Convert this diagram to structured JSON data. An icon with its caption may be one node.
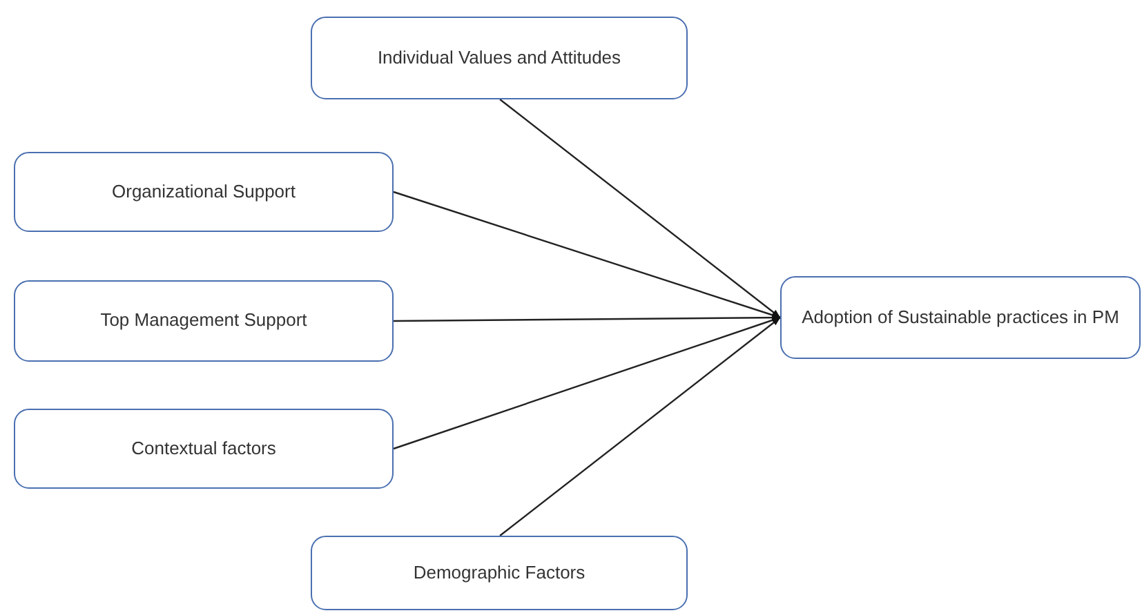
{
  "diagram": {
    "nodes": [
      {
        "text": [
          "Individual Values and Attitudes"
        ]
      },
      {
        "text": [
          "Organizational Support"
        ]
      },
      {
        "text": [
          "Top Management Support"
        ]
      },
      {
        "text": [
          "Contextual factors"
        ]
      },
      {
        "text": [
          "Demographic Factors"
        ]
      },
      {
        "text": [
          "Adoption of Sustainable practices in PM"
        ]
      }
    ],
    "edges": [
      {
        "from": 0,
        "to": 5,
        "arrow": "to"
      },
      {
        "from": 1,
        "to": 5,
        "arrow": "to"
      },
      {
        "from": 2,
        "to": 5,
        "arrow": "to"
      },
      {
        "from": 3,
        "to": 5,
        "arrow": "to"
      },
      {
        "from": 4,
        "to": 5,
        "arrow": "to"
      }
    ]
  }
}
